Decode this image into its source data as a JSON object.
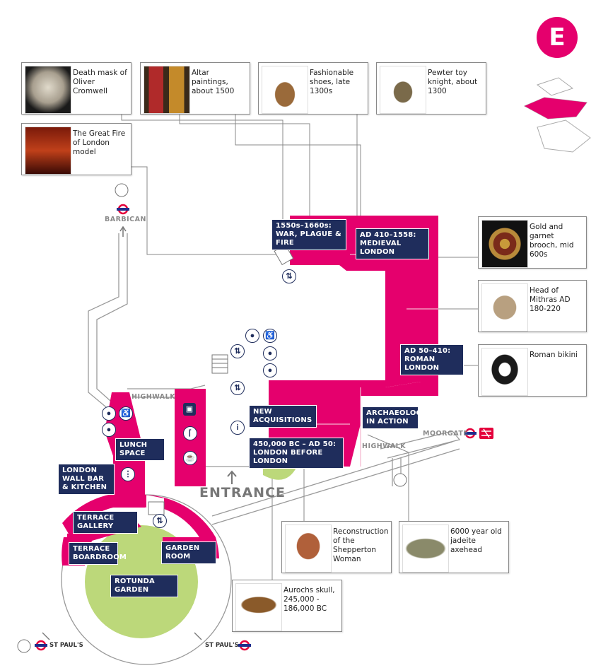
{
  "floor_letter": "E",
  "artefacts": [
    {
      "id": "cromwell",
      "caption": "Death mask of Oliver Cromwell"
    },
    {
      "id": "altar",
      "caption": "Altar paintings, about 1500"
    },
    {
      "id": "shoes",
      "caption": "Fashionable shoes, late 1300s"
    },
    {
      "id": "knight",
      "caption": "Pewter toy knight, about 1300"
    },
    {
      "id": "fire",
      "caption": "The Great Fire of London model"
    },
    {
      "id": "brooch",
      "caption": "Gold and garnet brooch, mid 600s"
    },
    {
      "id": "mithras",
      "caption": "Head of Mithras AD 180-220"
    },
    {
      "id": "bikini",
      "caption": "Roman bikini"
    },
    {
      "id": "shepperton",
      "caption": "Reconstruction of the Shepperton Woman"
    },
    {
      "id": "axehead",
      "caption": "6000 year old jadeite axehead"
    },
    {
      "id": "aurochs",
      "caption": "Aurochs skull, 245,000 - 186,000 BC"
    }
  ],
  "galleries": {
    "war_plague": "1550s–1660s: WAR, PLAGUE & FIRE",
    "medieval": "AD 410–1558: MEDIEVAL LONDON",
    "roman": "AD 50–410: ROMAN LONDON",
    "archaeology": "ARCHAEOLOGY IN ACTION",
    "new_acquisitions": "NEW ACQUISITIONS",
    "before_london": "450,000 BC – AD 50: LONDON BEFORE LONDON",
    "lunch_space": "LUNCH SPACE",
    "bar_kitchen": "LONDON WALL BAR & KITCHEN",
    "terrace_gallery": "TERRACE GALLERY",
    "terrace_boardroom": "TERRACE BOARDROOM",
    "garden_room": "GARDEN ROOM",
    "rotunda_garden": "ROTUNDA GARDEN"
  },
  "places": {
    "barbican": "BARBICAN",
    "highwalk_left": "HIGHWALK",
    "highwalk_right": "HIGHWALK",
    "moorgate": "MOORGATE",
    "st_pauls_left": "ST PAUL'S",
    "st_pauls_right": "ST PAUL'S",
    "entrance": "ENTRANCE"
  },
  "colors": {
    "gallery": "#e5006d",
    "label": "#1f2d5c",
    "garden": "#bcd87a",
    "path": "#888888"
  },
  "icons": [
    "lift-icon",
    "stairs-icon",
    "toilet-icon",
    "accessible-toilet-icon",
    "info-icon",
    "cloakroom-icon",
    "shop-icon",
    "cafe-icon",
    "dining-icon",
    "underground-icon",
    "rail-icon"
  ]
}
